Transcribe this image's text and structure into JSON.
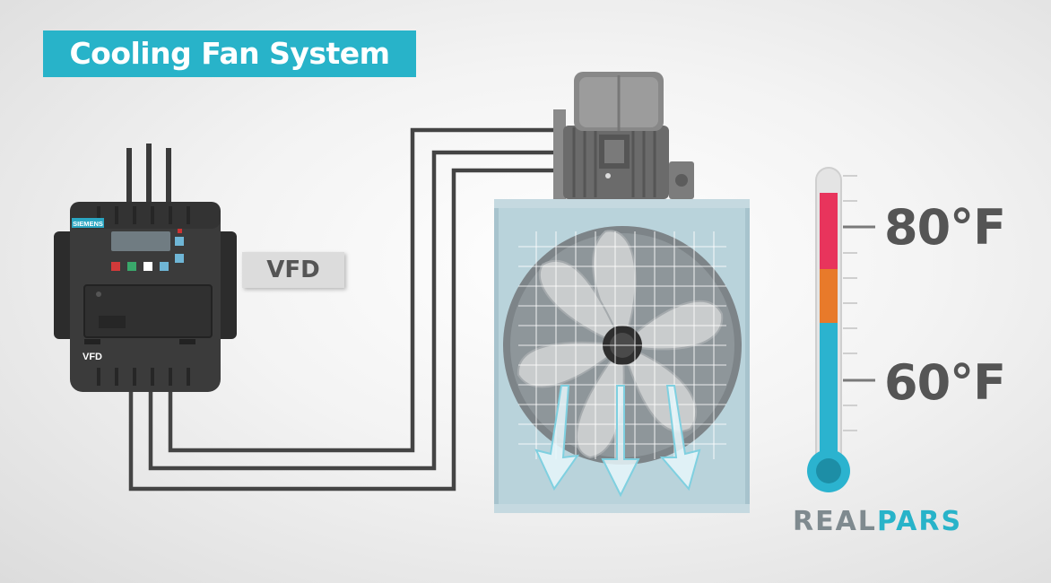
{
  "title": "Cooling Fan System",
  "vfd": {
    "brand": "SIEMENS",
    "front_label": "VFD",
    "callout_label": "VFD",
    "button_colors": [
      "#d23a3a",
      "#3aa86b",
      "#ffffff",
      "#6fb6d6"
    ]
  },
  "thermometer": {
    "high_label": "80°F",
    "low_label": "60°F",
    "fill_colors": [
      "#e8345c",
      "#e87a2a",
      "#2bb3cf"
    ]
  },
  "logo": {
    "part1": "REAL",
    "part2": "PARS"
  },
  "icons": [
    "vfd-drive-icon",
    "motor-icon",
    "fan-icon",
    "thermometer-icon",
    "airflow-arrow-icon"
  ]
}
